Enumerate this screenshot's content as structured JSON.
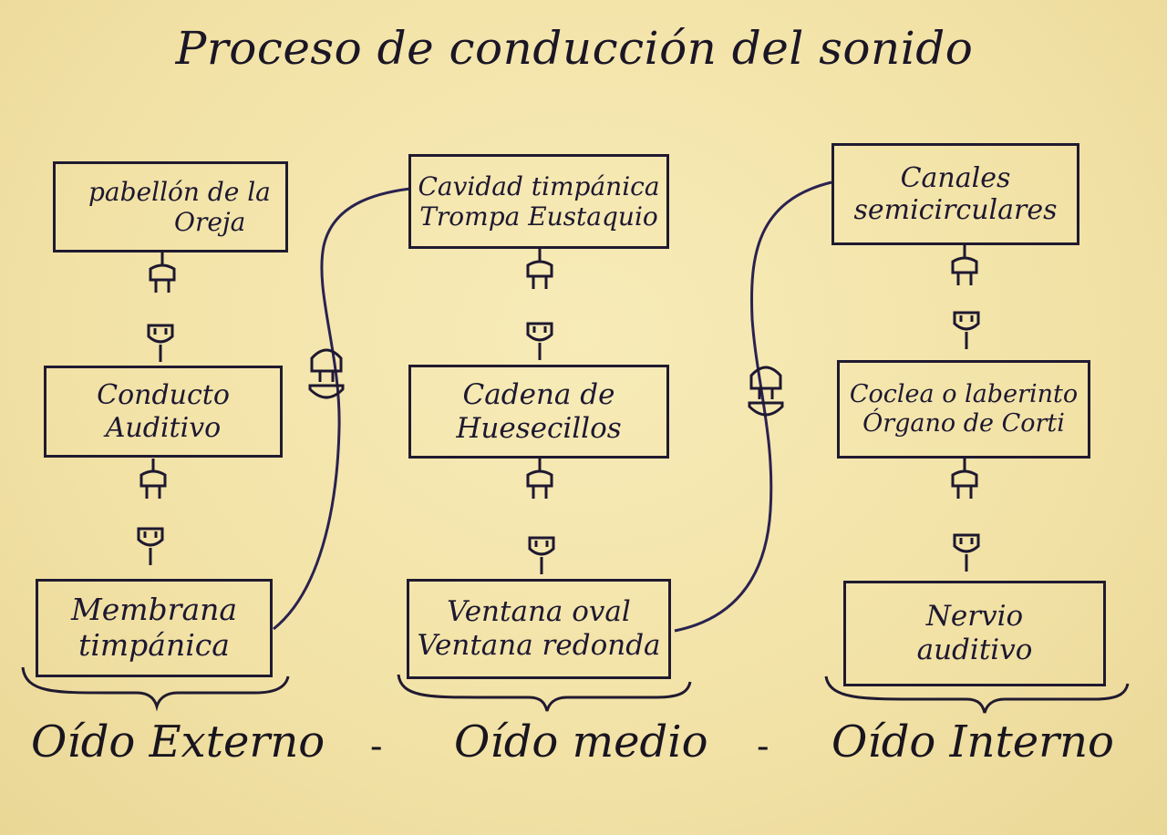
{
  "title": "Proceso de conducción del sonido",
  "boxes": {
    "pabellon": [
      "pabellón de la",
      "Oreja"
    ],
    "conducto": [
      "Conducto",
      "Auditivo"
    ],
    "membrana": [
      "Membrana",
      "timpánica"
    ],
    "cavidad": [
      "Cavidad timpánica",
      "Trompa Eustaquio"
    ],
    "cadena": [
      "Cadena de",
      "Huesecillos"
    ],
    "ventana": [
      "Ventana oval",
      "Ventana redonda"
    ],
    "canales": [
      "Canales",
      "semicirculares"
    ],
    "coclea": [
      "Coclea o laberinto",
      "Órgano de Corti"
    ],
    "nervio": [
      "Nervio",
      "auditivo"
    ]
  },
  "sections": {
    "externo": "Oído Externo",
    "medio": "Oído medio",
    "interno": "Oído Interno",
    "separator": "-"
  },
  "colors": {
    "ink": "#1e1830",
    "cable": "#2a2250",
    "paper": "#f4e6ad"
  }
}
